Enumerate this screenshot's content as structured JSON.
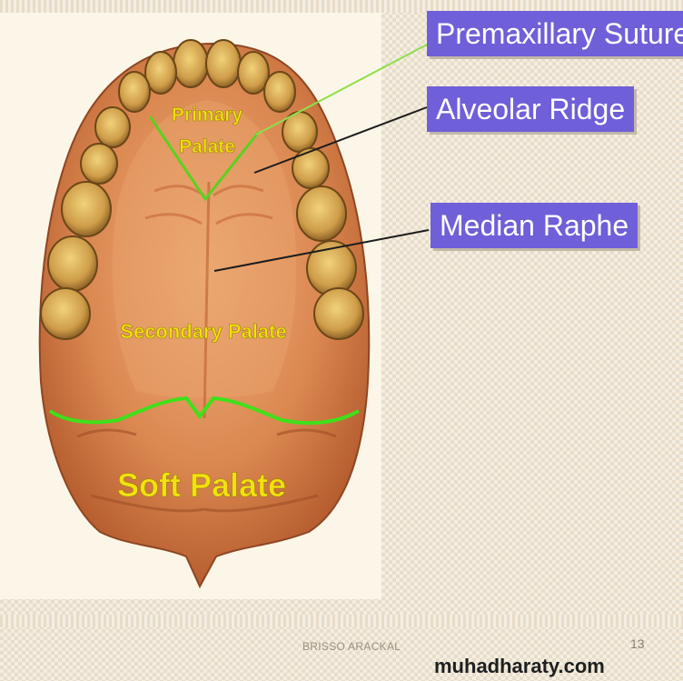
{
  "diagram": {
    "labels": {
      "primary_palate_line1": "Primary",
      "primary_palate_line2": "Palate",
      "secondary_palate": "Secondary Palate",
      "soft_palate": "Soft Palate"
    },
    "callouts": {
      "premaxillary_suture": "Premaxillary Suture",
      "alveolar_ridge": "Alveolar Ridge",
      "median_raphe": "Median Raphe"
    },
    "colors": {
      "callout_bg": "#6f5fd8",
      "label_yellow": "#f2e10e",
      "suture_line": "#5bd11f",
      "palate": "#d9874e"
    }
  },
  "footer": {
    "author": "BRISSO ARACKAL",
    "page_number": "13",
    "watermark": "muhadharaty.com"
  }
}
